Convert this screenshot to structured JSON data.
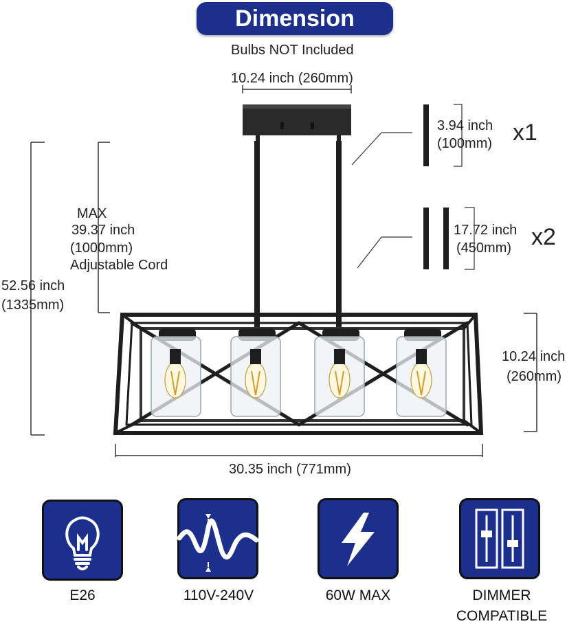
{
  "header": {
    "title": "Dimension",
    "subtitle": "Bulbs NOT Included"
  },
  "dimensions": {
    "canopy_width": "10.24 inch (260mm)",
    "rod_short_len": "3.94 inch",
    "rod_short_mm": "(100mm)",
    "rod_short_qty": "x1",
    "rod_long_len": "17.72 inch",
    "rod_long_mm": "(450mm)",
    "rod_long_qty": "x2",
    "cord_max": "MAX",
    "cord_len": "39.37 inch",
    "cord_mm": "(1000mm)",
    "cord_note": "Adjustable Cord",
    "total_height": "52.56 inch",
    "total_height_mm": "(1335mm)",
    "cage_height": "10.24 inch",
    "cage_height_mm": "(260mm)",
    "cage_width": "30.35 inch (771mm)"
  },
  "features": [
    {
      "label": "E26",
      "icon": "bulb-icon"
    },
    {
      "label": "110V-240V",
      "icon": "voltage-wave-icon"
    },
    {
      "label": "60W MAX",
      "icon": "lightning-icon"
    },
    {
      "label_line1": "DIMMER",
      "label_line2": "COMPATIBLE",
      "icon": "dimmer-switch-icon"
    }
  ],
  "colors": {
    "badge_blue": "#1d2f8c",
    "fixture_black": "#1e1e1e",
    "line_gray": "#333333"
  }
}
